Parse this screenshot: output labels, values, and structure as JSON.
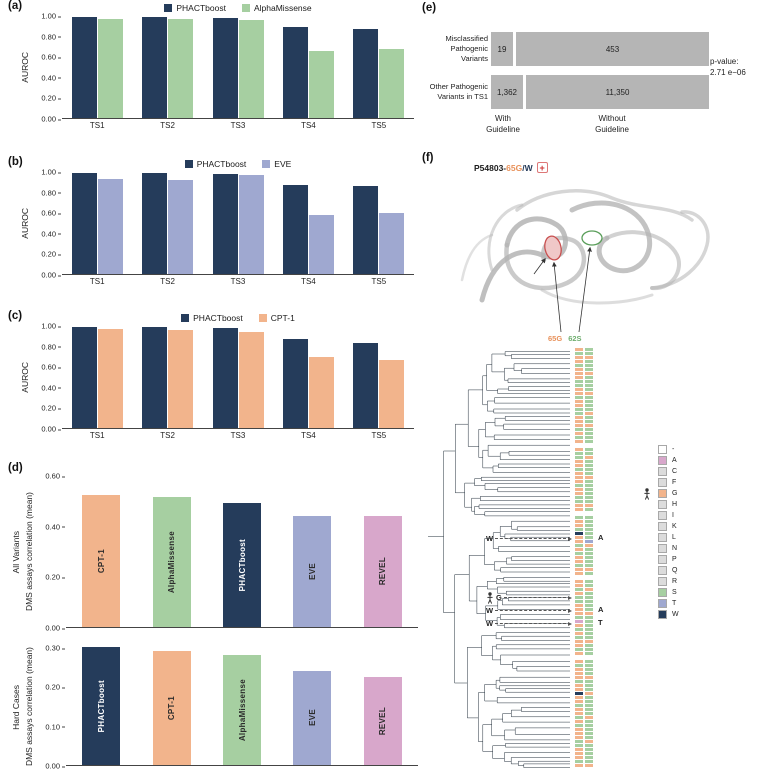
{
  "figure": {
    "panel_labels": {
      "a": "(a)",
      "b": "(b)",
      "c": "(c)",
      "d": "(d)",
      "e": "(e)",
      "f": "(f)"
    }
  },
  "chart_data": [
    {
      "id": "a",
      "type": "bar",
      "render": "grouped",
      "ylabel": "AUROC",
      "ylim": [
        0,
        1
      ],
      "yticks": [
        0,
        0.2,
        0.4,
        0.6,
        0.8,
        1
      ],
      "categories": [
        "TS1",
        "TS2",
        "TS3",
        "TS4",
        "TS5"
      ],
      "series": [
        {
          "name": "PHACTboost",
          "color": "#253C5B",
          "values": [
            0.98,
            0.98,
            0.97,
            0.88,
            0.86
          ]
        },
        {
          "name": "AlphaMissense",
          "color": "#A6CFA1",
          "values": [
            0.96,
            0.96,
            0.95,
            0.65,
            0.67
          ]
        }
      ],
      "legend_position": "top",
      "grid": false
    },
    {
      "id": "b",
      "type": "bar",
      "render": "grouped",
      "ylabel": "AUROC",
      "ylim": [
        0,
        1
      ],
      "yticks": [
        0,
        0.2,
        0.4,
        0.6,
        0.8,
        1
      ],
      "categories": [
        "TS1",
        "TS2",
        "TS3",
        "TS4",
        "TS5"
      ],
      "series": [
        {
          "name": "PHACTboost",
          "color": "#253C5B",
          "values": [
            0.98,
            0.98,
            0.97,
            0.86,
            0.85
          ]
        },
        {
          "name": "EVE",
          "color": "#9FA8D0",
          "values": [
            0.92,
            0.91,
            0.96,
            0.57,
            0.59
          ]
        }
      ],
      "legend_position": "top",
      "grid": false
    },
    {
      "id": "c",
      "type": "bar",
      "render": "grouped",
      "ylabel": "AUROC",
      "ylim": [
        0,
        1
      ],
      "yticks": [
        0,
        0.2,
        0.4,
        0.6,
        0.8,
        1
      ],
      "categories": [
        "TS1",
        "TS2",
        "TS3",
        "TS4",
        "TS5"
      ],
      "series": [
        {
          "name": "PHACTboost",
          "color": "#253C5B",
          "values": [
            0.98,
            0.98,
            0.97,
            0.86,
            0.83
          ]
        },
        {
          "name": "CPT-1",
          "color": "#F2B48C",
          "values": [
            0.96,
            0.95,
            0.93,
            0.69,
            0.66
          ]
        }
      ],
      "legend_position": "top",
      "grid": false
    },
    {
      "id": "d-all-variants",
      "type": "bar",
      "render": "single",
      "ylabel_lines": [
        "All Variants",
        "DMS assays correlation (mean)"
      ],
      "ylim": [
        0,
        0.6
      ],
      "yticks": [
        0,
        0.2,
        0.4,
        0.6
      ],
      "categories": [
        "CPT-1",
        "AlphaMissense",
        "PHACTboost",
        "EVE",
        "REVEL"
      ],
      "values": [
        0.52,
        0.515,
        0.49,
        0.44,
        0.44
      ],
      "colors": [
        "#F2B48C",
        "#A6CFA1",
        "#253C5B",
        "#9FA8D0",
        "#D8A7CB"
      ],
      "grid": false
    },
    {
      "id": "d-hard-cases",
      "type": "bar",
      "render": "single",
      "ylabel_lines": [
        "Hard Cases",
        "DMS assays correlation (mean)"
      ],
      "ylim": [
        0,
        0.3
      ],
      "yticks": [
        0,
        0.1,
        0.2,
        0.3
      ],
      "categories": [
        "PHACTboost",
        "CPT-1",
        "AlphaMissense",
        "EVE",
        "REVEL"
      ],
      "values": [
        0.3,
        0.29,
        0.28,
        0.24,
        0.225
      ],
      "colors": [
        "#253C5B",
        "#F2B48C",
        "#A6CFA1",
        "#9FA8D0",
        "#D8A7CB"
      ],
      "grid": false
    },
    {
      "id": "e",
      "type": "bar",
      "render": "stacked-horizontal",
      "categories": [
        "Misclassified Pathogenic Variants",
        "Other Pathogenic Variants in TS1"
      ],
      "series": [
        {
          "name": "With Guideline",
          "values": [
            19,
            1362
          ]
        },
        {
          "name": "Without Guideline",
          "values": [
            453,
            11350
          ]
        }
      ],
      "annotation": "p-value: 2.71 e−06",
      "bar_color": "#b5b5b5"
    }
  ],
  "panel_e": {
    "rows": [
      {
        "label_lines": [
          "Misclassified",
          "Pathogenic",
          "Variants"
        ],
        "with_value": "19",
        "without_value": "453"
      },
      {
        "label_lines": [
          "Other Pathogenic",
          "Variants in TS1",
          ""
        ],
        "with_value": "1,362",
        "without_value": "11,350"
      }
    ],
    "x_labels": [
      [
        "With",
        "Guideline"
      ],
      [
        "Without",
        "Guideline"
      ]
    ],
    "p_label": "p-value:",
    "p_value": "2.71 e−06"
  },
  "panel_f": {
    "title_prefix": "P54803-",
    "title_variant": "65G",
    "title_suffix": "/W",
    "cross_icon": "+",
    "site_labels": [
      {
        "text": "65G",
        "color": "#E8915A"
      },
      {
        "text": "62S",
        "color": "#6FAE6F"
      }
    ],
    "annotations": [
      {
        "left": "W",
        "right": "A",
        "y": 388,
        "human": false
      },
      {
        "left": "G",
        "right": "",
        "y": 447,
        "human": true
      },
      {
        "left": "W",
        "right": "A",
        "y": 460,
        "human": false
      },
      {
        "left": "W",
        "right": "T",
        "y": 473,
        "human": false
      }
    ],
    "alignment": {
      "col65": "GSGGSGGGSSGGSGGSSGGGSGSG-GSSGGSGGGSGGSSGG-SGGSWGGSGSGGSGG-GGSGSSGGGSAGSGSGGSG-GSGGGSGGWGGSGGSGSGGGSSGGGSG",
      "col62": "SSGSSSGSSSSGSSSSGSSGSSSS-SSGSSSSGSSSSSSGS-SSSSSSTGSSSSSGS-SSGSSSSSGSSSSSSGSSS-SSSSGSSSGSSSSSGSSSSSGSSSSSG"
    },
    "aa_colors": {
      "-": "#FFFFFF",
      "A": "#D8A7CB",
      "C": "#DCDCDC",
      "F": "#DCDCDC",
      "G": "#F2B48C",
      "H": "#DCDCDC",
      "I": "#DCDCDC",
      "K": "#DCDCDC",
      "L": "#DCDCDC",
      "N": "#DCDCDC",
      "P": "#DCDCDC",
      "Q": "#DCDCDC",
      "R": "#DCDCDC",
      "S": "#A6CFA1",
      "T": "#9FA8D0",
      "W": "#253C5B"
    },
    "legend_order": [
      "-",
      "A",
      "C",
      "F",
      "G",
      "H",
      "I",
      "K",
      "L",
      "N",
      "P",
      "Q",
      "R",
      "S",
      "T",
      "W"
    ],
    "human_legend_letter": "G"
  }
}
